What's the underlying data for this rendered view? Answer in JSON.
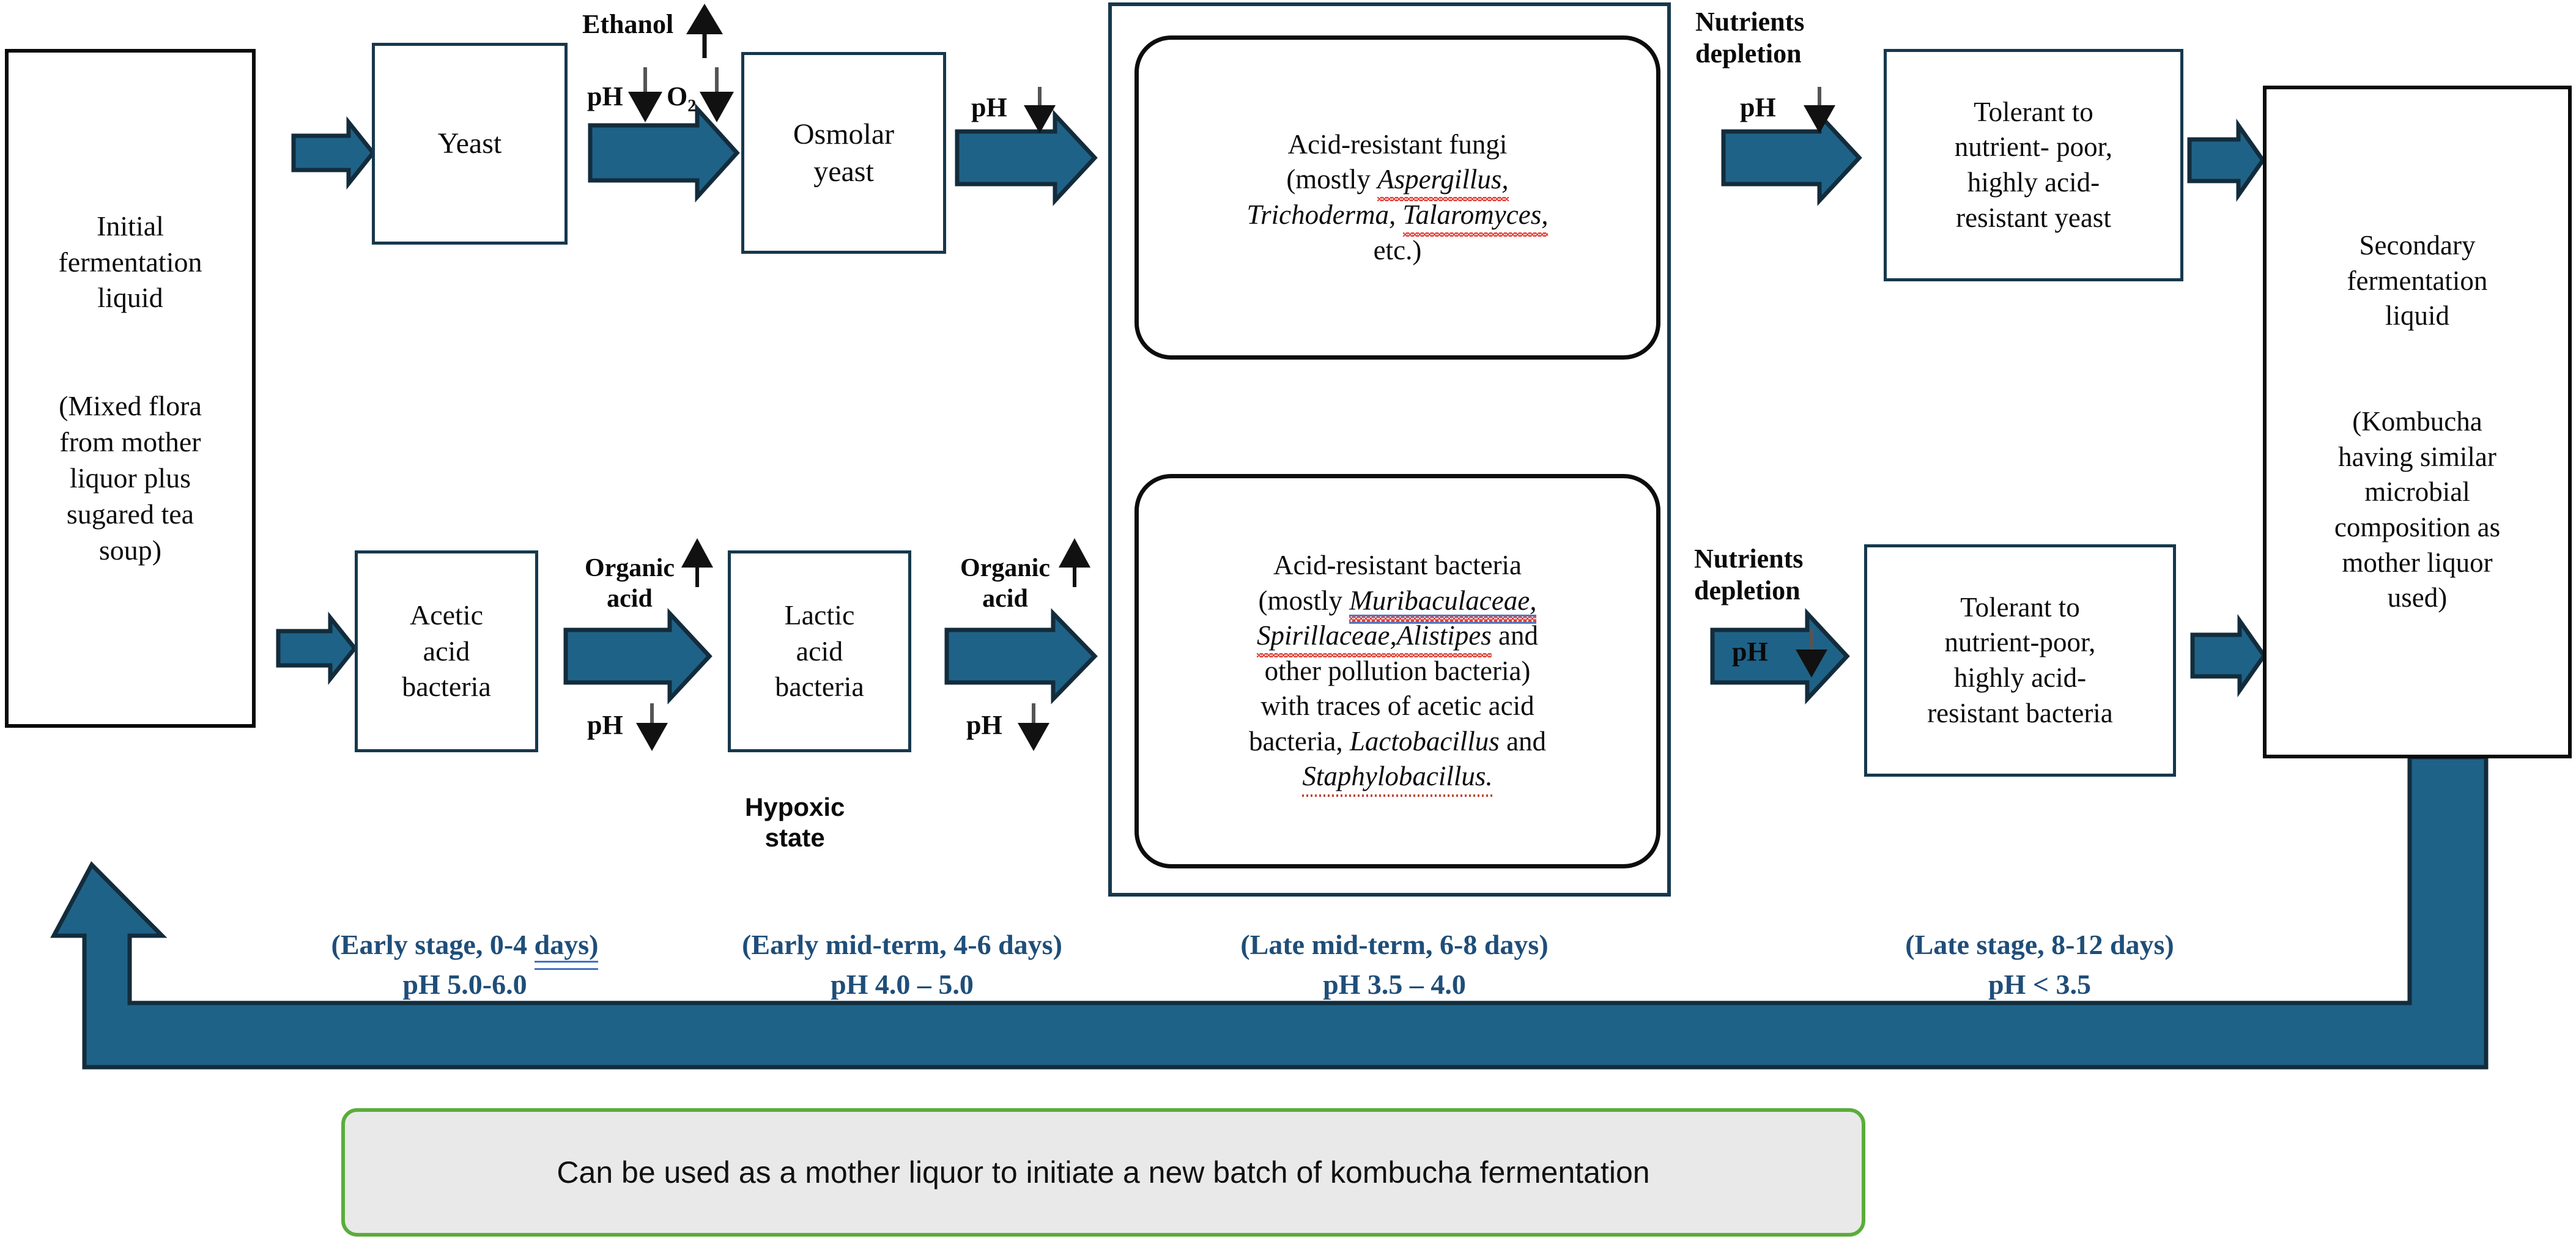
{
  "diagram": {
    "title": "Kombucha fermentation microbial succession flow",
    "colors": {
      "arrow_fill": "#1f6287",
      "arrow_stroke": "#16384d",
      "box_navy_border": "#16384d",
      "box_black_border": "#0a0a0a",
      "stage_text": "#1f4e79",
      "callout_border": "#5aad3a",
      "callout_fill": "#e9e9e9",
      "spellcheck_underline": "#e03a32",
      "grammar_underline": "#4472c4"
    }
  },
  "boxes": {
    "initial": {
      "line1": "Initial",
      "line2": "fermentation",
      "line3": "liquid",
      "note1": "(Mixed flora",
      "note2": "from mother",
      "note3": "liquor plus",
      "note4": "sugared tea",
      "note5": "soup)"
    },
    "yeast": {
      "label": "Yeast"
    },
    "osmolar_yeast": {
      "line1": "Osmolar",
      "line2": "yeast"
    },
    "acetic": {
      "line1": "Acetic",
      "line2": "acid",
      "line3": "bacteria"
    },
    "lactic": {
      "line1": "Lactic",
      "line2": "acid",
      "line3": "bacteria"
    },
    "fungi": {
      "line1": "Acid-resistant fungi",
      "line2_pre": "(mostly ",
      "line2_it": "Aspergillus,",
      "line3_it1": "Trichoderma, ",
      "line3_it2": "Talaromyces,",
      "line4": "etc.)"
    },
    "bacteria": {
      "line1": "Acid-resistant bacteria",
      "line2_pre": "(mostly ",
      "line2_it": "Muribaculaceae,",
      "line3_it1": "Spirillaceae, ",
      "line3_it2": "Alistipes",
      "line3_post": " and",
      "line4": "other pollution bacteria)",
      "line5": "with traces of acetic acid",
      "line6_pre": "bacteria, ",
      "line6_it": "Lactobacillus",
      "line6_post": " and",
      "line7_it": "Staphylobacillus."
    },
    "tolerant_yeast": {
      "line1": "Tolerant to",
      "line2": "nutrient- poor,",
      "line3": "highly acid-",
      "line4": "resistant yeast"
    },
    "tolerant_bacteria": {
      "line1": "Tolerant to",
      "line2": "nutrient-poor,",
      "line3": "highly acid-",
      "line4": "resistant bacteria"
    },
    "secondary": {
      "line1": "Secondary",
      "line2": "fermentation",
      "line3": "liquid",
      "note1": "(Kombucha",
      "note2": "having similar",
      "note3": "microbial",
      "note4": "composition as",
      "note5": "mother liquor",
      "note6": "used)"
    }
  },
  "annotations": {
    "ethanol": "Ethanol",
    "ph": "pH",
    "o2": "O",
    "o2_sub": "2",
    "organic_acid_1": "Organic",
    "organic_acid_2": "acid",
    "hypoxic_1": "Hypoxic",
    "hypoxic_2": "state",
    "nutrients_1": "Nutrients",
    "nutrients_2": "depletion"
  },
  "stages": [
    {
      "name": "(Early stage, 0-4 ",
      "name_gu": "days)",
      "ph": "pH 5.0-6.0"
    },
    {
      "name": "(Early mid-term, 4-6 days)",
      "ph": "pH 4.0 – 5.0"
    },
    {
      "name": "(Late mid-term, 6-8 days)",
      "ph": "pH 3.5 – 4.0"
    },
    {
      "name": "(Late stage, 8-12 days)",
      "ph": "pH < 3.5"
    }
  ],
  "callout": {
    "text": "Can be used as a mother liquor to initiate a new batch of kombucha fermentation"
  }
}
